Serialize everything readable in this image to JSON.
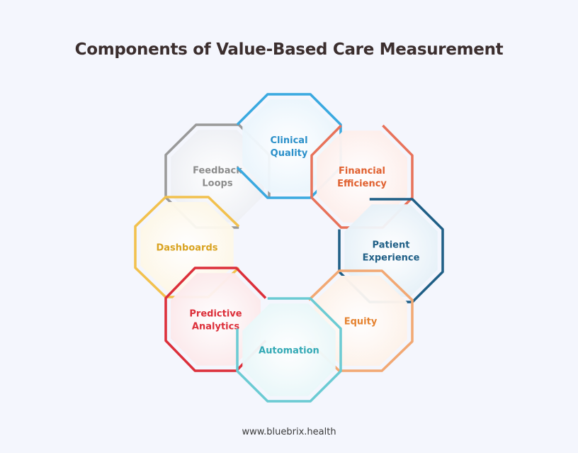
{
  "title": "Components of Value-Based Care Measurement",
  "footer": "www.bluebrix.health",
  "nodes": [
    {
      "id": "feedback-loops",
      "lines": [
        "Feedback",
        "Loops"
      ],
      "color": "#9a9a9a",
      "fill": "#eceef3",
      "text_color": "#8c8c8c"
    },
    {
      "id": "clinical-quality",
      "lines": [
        "Clinical",
        "Quality"
      ],
      "color": "#3aa9e0",
      "fill": "#e8f4fc",
      "text_color": "#2a8fc9"
    },
    {
      "id": "financial-efficiency",
      "lines": [
        "Financial",
        "Efficiency"
      ],
      "color": "#e8725a",
      "fill": "#fdece8",
      "text_color": "#e0602f"
    },
    {
      "id": "dashboards",
      "lines": [
        "Dashboards"
      ],
      "color": "#f2c14e",
      "fill": "#fdf6e4",
      "text_color": "#d9a321"
    },
    {
      "id": "patient-experience",
      "lines": [
        "Patient",
        "Experience"
      ],
      "color": "#1f5f86",
      "fill": "#e3eff7",
      "text_color": "#1f5f86"
    },
    {
      "id": "predictive-analytics",
      "lines": [
        "Predictive",
        "Analytics"
      ],
      "color": "#dc2f3a",
      "fill": "#fbe6e8",
      "text_color": "#dc2f3a"
    },
    {
      "id": "equity",
      "lines": [
        "Equity"
      ],
      "color": "#f2a873",
      "fill": "#fdf0e6",
      "text_color": "#e5822f"
    },
    {
      "id": "automation",
      "lines": [
        "Automation"
      ],
      "color": "#6bcbd3",
      "fill": "#e6f6f8",
      "text_color": "#33a9b5"
    }
  ]
}
